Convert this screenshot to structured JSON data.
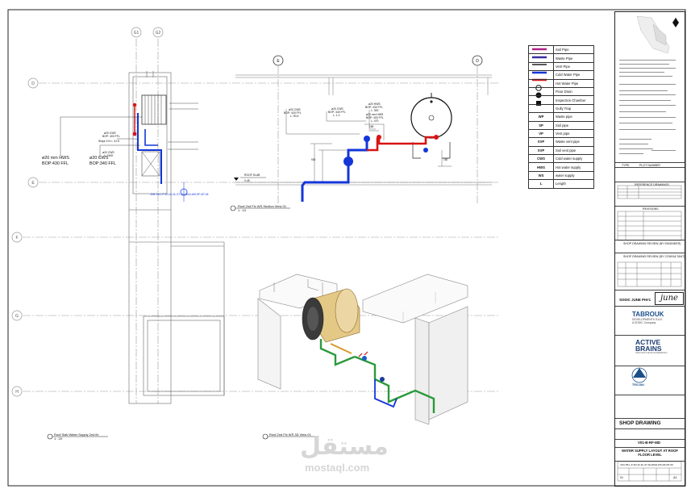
{
  "grid": {
    "cols": [
      "G1",
      "G2",
      "E",
      "D"
    ],
    "rows": [
      "D",
      "E",
      "F",
      "G",
      "H"
    ]
  },
  "views": {
    "plan_title": "Roof Slab Water Supply 2nd fix",
    "plan_scale": "1 : 20",
    "section_title": "Roof 2nd Fix WS Section View 01",
    "section_scale": "1 : 10",
    "iso_title": "Roof 2nd Fix WS 3D View 01"
  },
  "plan_labels": {
    "hws": "ø20 mm HWS",
    "hws_bop": "BOP:430 FFL",
    "cws": "ø20 CWS",
    "cws_bop": "BOP:340 FFL",
    "cws_small": "ø20 CWS",
    "cws_small_bop": "BOP: 400 FFL",
    "cws_small_l": "Slope 1% L: 31.5",
    "cws2": "ø20 CWS",
    "cws2_l": "L: 2400",
    "ref": "JUN-TB-L-P-ZN-10-SL-ST-SH-8004-WS-RF-MT-05"
  },
  "section_labels": {
    "roof_slab": "ROOF SLAB",
    "roof_level": "0.45",
    "cws_a": "ø20 CWS",
    "cws_a_bop": "BOP: 430 FFL",
    "cws_a_l": "L: 90.5",
    "cws_b": "ø20 CWS",
    "cws_b_bop": "BOP: 340 FFL",
    "cws_b_l": "L: 1.2",
    "hws_a": "ø20 HWS",
    "hws_a_bop": "BOP: 430 FFL",
    "hws_a_l": "L: 300",
    "hws_b": "ø20 mm HWS",
    "hws_b_bop": "BOP: 400 FFL",
    "hws_b_l": "L: 470",
    "dim_1": "165",
    "dim_2": "930",
    "dim_3": "150"
  },
  "legend": [
    {
      "symbol": "",
      "label": "Soil Pipe",
      "color": "#b0208a"
    },
    {
      "symbol": "",
      "label": "Waste Pipe",
      "color": "#3a2fa0"
    },
    {
      "symbol": "",
      "label": "Vent Pipe",
      "color": "#222222"
    },
    {
      "symbol": "",
      "label": "Cold Water Pipe",
      "color": "#1436d8"
    },
    {
      "symbol": "",
      "label": "Hot Water Pipe",
      "color": "#d81414"
    },
    {
      "symbol": "",
      "label": "Floor Drain",
      "color": ""
    },
    {
      "symbol": "",
      "label": "Inspection Chamber",
      "color": ""
    },
    {
      "symbol": "",
      "label": "Gully Trap",
      "color": ""
    },
    {
      "symbol": "WP",
      "label": "Waste pipe",
      "color": ""
    },
    {
      "symbol": "SP",
      "label": "Soil pipe",
      "color": ""
    },
    {
      "symbol": "VP",
      "label": "Vent pipe",
      "color": ""
    },
    {
      "symbol": "SVP",
      "label": "Waste vent pipe",
      "color": ""
    },
    {
      "symbol": "SVP",
      "label": "Soil vent pipe",
      "color": ""
    },
    {
      "symbol": "CWS",
      "label": "Cold water supply",
      "color": ""
    },
    {
      "symbol": "HWS",
      "label": "Hot water supply",
      "color": ""
    },
    {
      "symbol": "WS",
      "label": "water supply",
      "color": ""
    },
    {
      "symbol": "L",
      "label": "Length",
      "color": ""
    }
  ],
  "title_block": {
    "type_header": "TYPE",
    "plot_header": "PLOT NUMBER",
    "reference_header": "REFERENCE DRAWINGS",
    "revisions_header": "REVISIONS",
    "review_1": "SHOP DRAWING REVIEW (BY ENGINEER)",
    "review_2": "SHOP DRAWING REVIEW (BY CONSULTANT)",
    "project": "SODIC JUNE PH#1",
    "june_logo": "june",
    "developer": "TABROUK",
    "developer_sub": "DEVELOPMENTS S.A.E",
    "developer_sub2": "A SODIC Company",
    "consultant": "ACTIVE BRAINS",
    "consultant_sub": "INNOVATIVE ENGINEERING",
    "contractor": "TROJAN",
    "shop_drawing": "SHOP DRAWING",
    "drawing_code": "V01-B-RF-MD",
    "drawing_title": "WATER SUPPLY LAYOUT AT ROOF FLOOR LEVEL",
    "sheet_number": "JUN-TB-L-P-ZN-10-SL-ST-SH-8004-WS-RF-MT-05",
    "revision_no": "01",
    "size": "A3"
  },
  "watermark": {
    "arabic": "مستقل",
    "latin": "mostaql.com"
  },
  "colors": {
    "cold": "#1436d8",
    "hot": "#d81414",
    "green": "#2a9a3a",
    "gridline": "#9a9a9a"
  }
}
